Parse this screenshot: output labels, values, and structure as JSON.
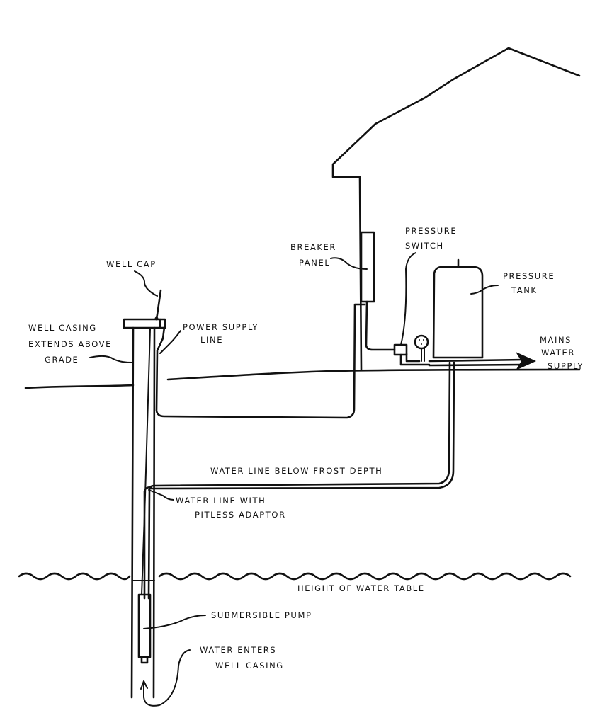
{
  "diagram": {
    "type": "well-system-cross-section",
    "colors": {
      "ink": "#111111",
      "paper": "#ffffff"
    },
    "labels": {
      "well_cap": "WELL CAP",
      "well_casing": [
        "WELL CASING",
        "EXTENDS ABOVE",
        "GRADE"
      ],
      "power_supply": [
        "POWER SUPPLY",
        "LINE"
      ],
      "breaker_panel": [
        "BREAKER",
        "PANEL"
      ],
      "pressure_switch": [
        "PRESSURE",
        "SWITCH"
      ],
      "pressure_tank": [
        "PRESSURE",
        "TANK"
      ],
      "mains_supply": [
        "MAINS",
        "WATER",
        "SUPPLY"
      ],
      "frost_line": "WATER LINE BELOW FROST DEPTH",
      "pitless": [
        "WATER LINE WITH",
        "PITLESS ADAPTOR"
      ],
      "water_table": "HEIGHT OF WATER TABLE",
      "pump": "SUBMERSIBLE PUMP",
      "water_enters": [
        "WATER ENTERS",
        "WELL CASING"
      ]
    }
  }
}
